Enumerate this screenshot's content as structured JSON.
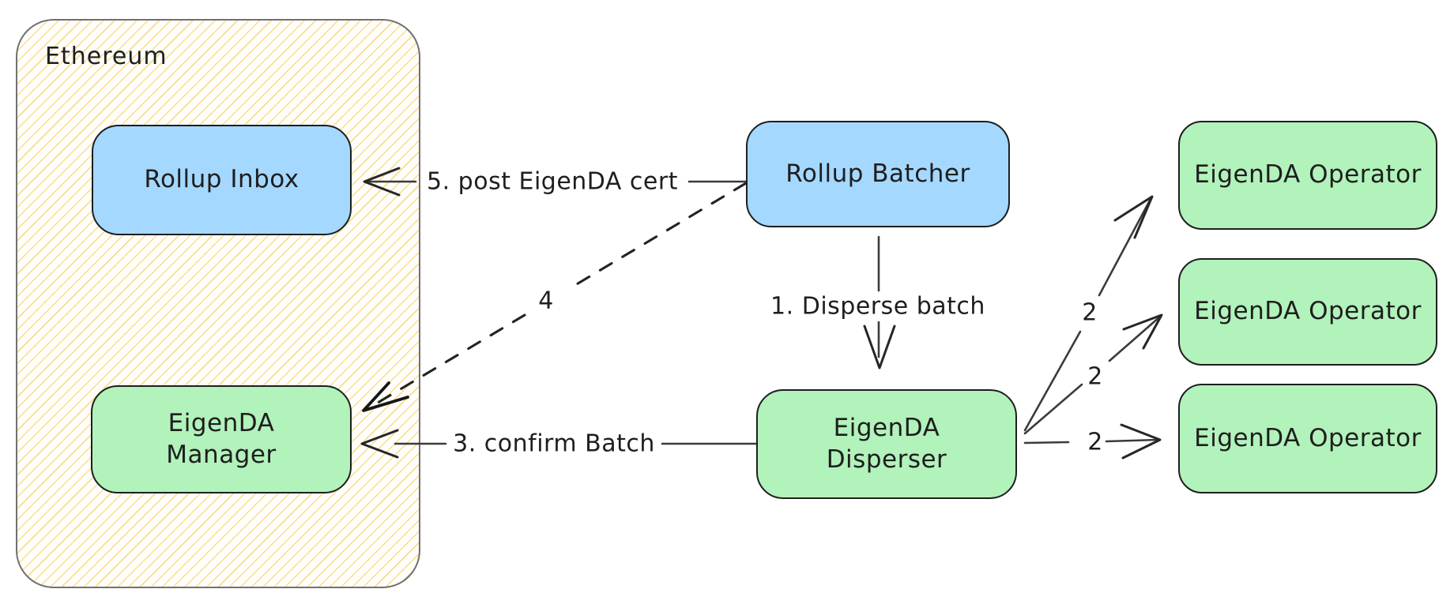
{
  "title": "EigenDA rollup dispersal architecture diagram",
  "theme": {
    "background": "#ffffff",
    "blue_fill": "#a5d8ff",
    "green_fill": "#b2f2bb",
    "node_stroke": "#1e1e1e",
    "container_stroke": "#717171",
    "container_hatch_color": "#f8dd8d",
    "arrow_color": "#3b3b3b",
    "text_color": "#1e1e1e"
  },
  "container": {
    "label": "Ethereum"
  },
  "nodes": {
    "rollup_inbox": {
      "label": "Rollup Inbox",
      "color": "blue"
    },
    "eigenda_manager": {
      "line1": "EigenDA",
      "line2": "Manager",
      "color": "green"
    },
    "rollup_batcher": {
      "label": "Rollup Batcher",
      "color": "blue"
    },
    "eigenda_disperser": {
      "line1": "EigenDA",
      "line2": "Disperser",
      "color": "green"
    },
    "operator_1": {
      "label": "EigenDA Operator",
      "color": "green"
    },
    "operator_2": {
      "label": "EigenDA Operator",
      "color": "green"
    },
    "operator_3": {
      "label": "EigenDA Operator",
      "color": "green"
    }
  },
  "edges": {
    "disperse_batch": {
      "label": "1. Disperse batch",
      "from": "rollup_batcher",
      "to": "eigenda_disperser",
      "style": "solid"
    },
    "store_chunk_1": {
      "label": "2",
      "from": "eigenda_disperser",
      "to": "operator_1",
      "style": "solid"
    },
    "store_chunk_2": {
      "label": "2",
      "from": "eigenda_disperser",
      "to": "operator_2",
      "style": "solid"
    },
    "store_chunk_3": {
      "label": "2",
      "from": "eigenda_disperser",
      "to": "operator_3",
      "style": "solid"
    },
    "confirm_batch": {
      "label": "3. confirm Batch",
      "from": "eigenda_disperser",
      "to": "eigenda_manager",
      "style": "solid"
    },
    "post_cert_return": {
      "label": "4",
      "from": "rollup_batcher",
      "to": "eigenda_manager",
      "style": "dashed"
    },
    "post_cert": {
      "label": "5. post EigenDA cert",
      "from": "rollup_batcher",
      "to": "rollup_inbox",
      "style": "solid"
    }
  }
}
